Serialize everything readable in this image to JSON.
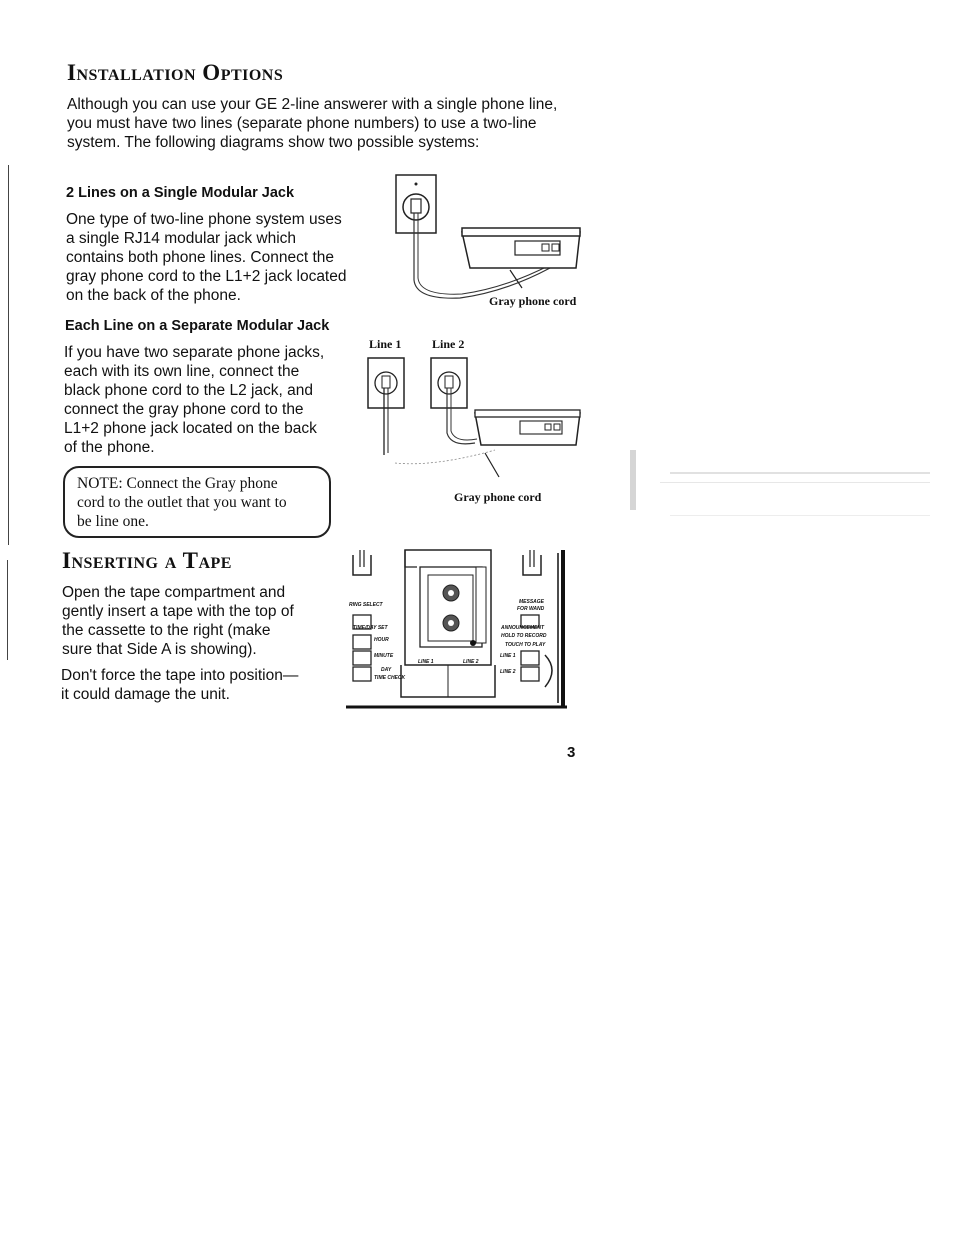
{
  "installation": {
    "title": "Installation Options",
    "intro_lines": [
      "Although you can use your GE 2-line answerer with a single phone line,",
      "you must have two lines (separate phone numbers) to use a two-line",
      "system. The following diagrams show two possible systems:"
    ]
  },
  "single_jack": {
    "subhead": "2 Lines on a Single Modular Jack",
    "lines": [
      "One type of two-line phone system uses",
      "a single RJ14 modular jack which",
      "contains both phone lines. Connect the",
      "gray phone cord to the L1+2 jack located",
      "on the back of the phone."
    ],
    "figure_label": "Gray phone cord"
  },
  "separate_jacks": {
    "subhead": "Each Line on a Separate Modular Jack",
    "lines": [
      "If you have two separate phone jacks,",
      "each with its own line, connect the",
      "black phone cord to the L2 jack, and",
      "connect the gray phone cord to the",
      "L1+2 phone jack located on the back",
      "of the phone."
    ],
    "line1_label": "Line 1",
    "line2_label": "Line 2",
    "figure_label": "Gray phone cord"
  },
  "note": {
    "lead": "NOTE:",
    "lines": [
      " Connect the Gray phone",
      "cord to the outlet that you want to",
      "be line one."
    ]
  },
  "inserting": {
    "title": "Inserting a Tape",
    "para1_lines": [
      "Open the tape compartment and",
      "gently insert a tape with the top of",
      "the cassette to the right (make",
      "sure that Side A is showing)."
    ],
    "para2_lines": [
      "Don't force the tape into position—",
      "it could damage the unit."
    ],
    "device_labels": {
      "ring_select": "RING SELECT",
      "time_day_set": "TIME/DAY SET",
      "hour": "HOUR",
      "minute": "MINUTE",
      "day": "DAY",
      "time_check": "TIME CHECK",
      "message": "MESSAGE",
      "for_wand": "FOR WAND",
      "announcement": "ANNOUNCEMENT",
      "hold_to_record": "HOLD TO RECORD",
      "touch_to_play": "TOUCH TO PLAY",
      "line1": "LINE 1",
      "line2": "LINE 2"
    }
  },
  "page_number": "3"
}
